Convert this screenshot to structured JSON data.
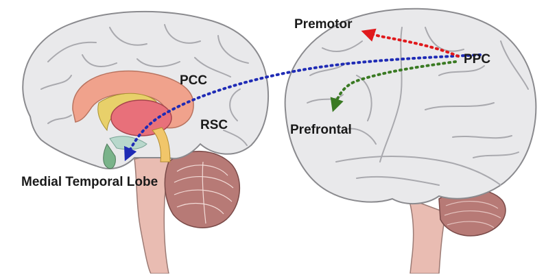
{
  "labels": {
    "pcc": "PCC",
    "rsc": "RSC",
    "medial_temporal_lobe": "Medial Temporal Lobe",
    "premotor": "Premotor",
    "ppc": "PPC",
    "prefrontal": "Prefrontal"
  },
  "pathways": {
    "ppc_to_mtl": {
      "color": "#1f2bb5"
    },
    "ppc_to_premotor": {
      "color": "#e0191c"
    },
    "ppc_to_prefrontal": {
      "color": "#3a7a23"
    }
  },
  "colors": {
    "brain_fill": "#e9e9eb",
    "brain_outline": "#8a8a8e",
    "corpus_callosum": "#f0a28c",
    "thalamus": "#e8707a",
    "brainstem": "#e9bcb2",
    "cerebellum": "#b77a76"
  }
}
